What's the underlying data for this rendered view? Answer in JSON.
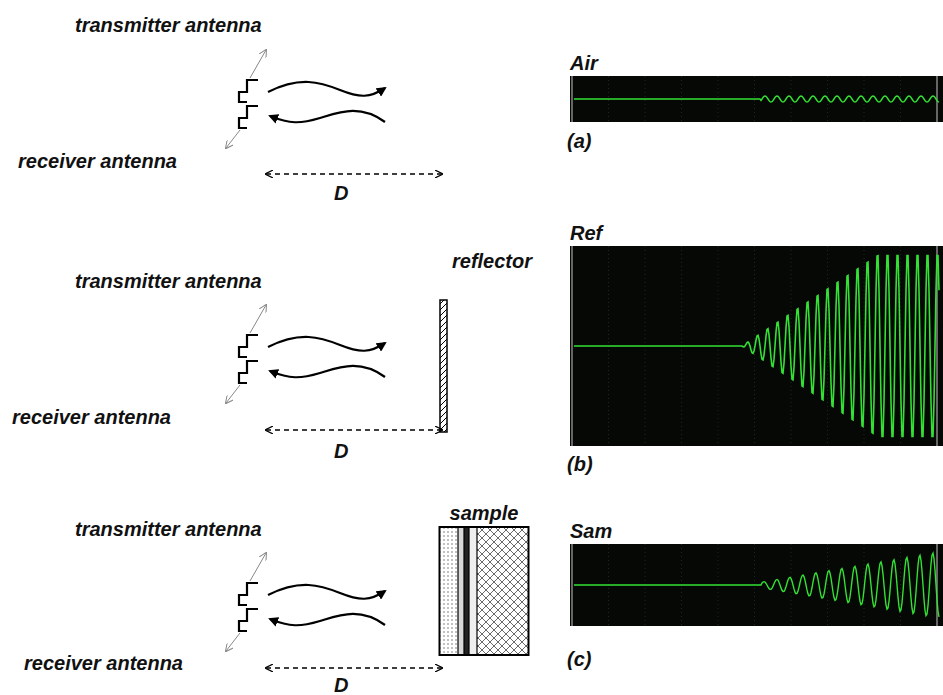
{
  "diagram": {
    "nodes": [
      {
        "text": [
          "Air"
        ]
      },
      {
        "text": [
          "Ref"
        ]
      },
      {
        "text": [
          "sample"
        ]
      },
      {
        "text": [
          "Sam"
        ]
      }
    ],
    "labels": [
      "transmitter antenna",
      "receiver antenna",
      "D",
      "transmitter antenna",
      "reflector",
      "receiver antenna",
      "D",
      "transmitter antenna",
      "receiver antenna",
      "D",
      "(a)",
      "(b)",
      "(c)"
    ]
  }
}
